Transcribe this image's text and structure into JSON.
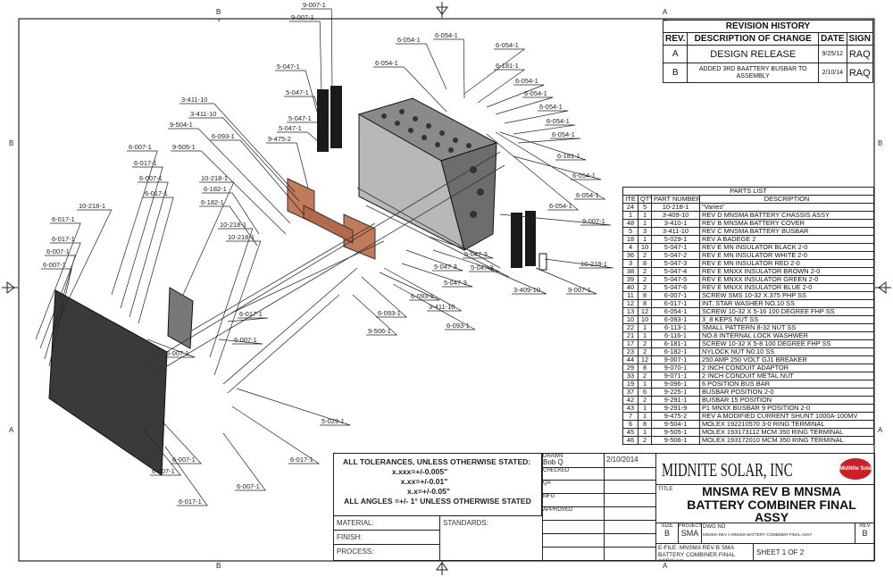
{
  "border_zones": {
    "top": [
      "B",
      "A"
    ],
    "bottom": [
      "B",
      "A"
    ],
    "left": [
      "B",
      "A"
    ],
    "right": [
      "B",
      "A"
    ]
  },
  "revision_history": {
    "title": "REVISION HISTORY",
    "headers": [
      "REV.",
      "DESCRIPTION OF CHANGE",
      "DATE",
      "SIGN"
    ],
    "rows": [
      {
        "rev": "A",
        "description": "DESIGN RELEASE",
        "date": "9/25/12",
        "sign": "RAQ"
      },
      {
        "rev": "B",
        "description": "ADDED 3RD BAATTERY BUSBAR TO ASSEMBLY",
        "date": "2/10/14",
        "sign": "RAQ"
      }
    ]
  },
  "parts_list": {
    "title": "PARTS LIST",
    "headers": [
      "ITE",
      "QTY",
      "PART NUMBER",
      "DESCRIPTION"
    ],
    "rows": [
      [
        "24",
        "5",
        "10-218-1",
        "\"Varies\""
      ],
      [
        "1",
        "1",
        "3-409-10",
        "REV D MNSMA BATTERY CHASSIS ASSY"
      ],
      [
        "48",
        "1",
        "3-410-1",
        "REV B MNSMA BATTERY COVER"
      ],
      [
        "5",
        "3",
        "3-411-10",
        "REV C MNSMA BATTERY BUSBAR"
      ],
      [
        "18",
        "1",
        "5-029-1",
        "REV A BADEGE 2"
      ],
      [
        "4",
        "10",
        "5-047-1",
        "REV E MN INSULATOR BLACK 2-0"
      ],
      [
        "36",
        "2",
        "5-047-2",
        "REV E MN INSULATOR WHITE 2-0"
      ],
      [
        "3",
        "8",
        "5-047-3",
        "REV E MN INSULATOR RED 2-0"
      ],
      [
        "38",
        "2",
        "5-047-4",
        "REV E MNXX INSULATOR BROWN 2-0"
      ],
      [
        "39",
        "2",
        "5-047-5",
        "REV E MNXX INSULATOR GREEN 2-0"
      ],
      [
        "40",
        "2",
        "5-047-6",
        "REV E MNXX INSULATOR BLUE 2-0"
      ],
      [
        "11",
        "8",
        "6-007-1",
        "SCREW SMS 10-32 X.375 PHP SS"
      ],
      [
        "12",
        "8",
        "6-017-1",
        "INT. STAR WASHER NO.10 SS"
      ],
      [
        "13",
        "12",
        "6-054-1",
        "SCREW 10-32 X 5-16 100 DEGREE FHP SS"
      ],
      [
        "10",
        "10",
        "6-093-1",
        "3_8 KEPS NUT SS"
      ],
      [
        "22",
        "1",
        "6-113-1",
        "SMALL PATTERN 8-32 NUT SS"
      ],
      [
        "21",
        "1",
        "6-116-1",
        "NO.8 INTERNAL LOCK WASHWER"
      ],
      [
        "17",
        "2",
        "6-181-1",
        "SCREW 10-32 X 5-8 100 DEGREE FHP SS"
      ],
      [
        "23",
        "2",
        "6-182-1",
        "NYLOCK NUT N0.10 SS"
      ],
      [
        "44",
        "12",
        "9-007-1",
        "250 AMP 250 VOLT GJ1 BREAKER"
      ],
      [
        "29",
        "8",
        "9-070-1",
        "2 INCH CONDUIT ADAPTOR"
      ],
      [
        "33",
        "2",
        "9-071-1",
        "2 INCH CONDUIT METAL NUT"
      ],
      [
        "19",
        "1",
        "9-096-1",
        "6 POSITION BUS BAR"
      ],
      [
        "37",
        "6",
        "9-225-1",
        "BUSBAR POSITION 2-0"
      ],
      [
        "42",
        "2",
        "9-291-1",
        "BUSBAR 15 POSITION"
      ],
      [
        "43",
        "1",
        "9-291-9",
        "P1 MNXX BUSBAR 9 POSITION 2-0"
      ],
      [
        "7",
        "1",
        "9-475-2",
        "REV A MODIFIED CURRENT SHUNT 1000A-100MV"
      ],
      [
        "6",
        "8",
        "9-504-1",
        "MOLEX 192210570 3-0 RING TERMINAL"
      ],
      [
        "45",
        "1",
        "9-505-1",
        "MOLEX 193173112 MCM 350 RING TERMINAL"
      ],
      [
        "46",
        "2",
        "9-506-1",
        "MOLEX 193172010 MCM 350 RING TERMINAL"
      ]
    ]
  },
  "callouts": [
    "9-007-1",
    "9-007-1",
    "5-047-1",
    "5-047-1",
    "5-047-1",
    "5-047-1",
    "9-475-2",
    "3-411-10",
    "3-411-10",
    "9-504-1",
    "6-093-1",
    "9-505-1",
    "6-007-1",
    "6-017-1",
    "6-007-1",
    "6-017-1",
    "10-218-1",
    "6-182-1",
    "6-182-1",
    "10-218-1",
    "10-218-1",
    "10-218-1",
    "6-017-1",
    "6-017-1",
    "6-007-1",
    "6-007-1",
    "6-054-1",
    "6-054-1",
    "6-054-1",
    "6-054-1",
    "6-181-1",
    "6-054-1",
    "6-054-1",
    "6-054-1",
    "6-054-1",
    "6-054-1",
    "6-181-1",
    "6-054-1",
    "6-054-1",
    "6-054-1",
    "9-007-1",
    "10-218-1",
    "9-007-1",
    "3-409-10",
    "5-047-3",
    "5-047-3",
    "5-047-3",
    "5-047-3",
    "3-411-10",
    "6-093-1",
    "6-093-1",
    "6-093-1",
    "9-506-1",
    "6-017-1",
    "6-007-1",
    "6-007-1",
    "5-029-1",
    "6-017-1",
    "6-007-1",
    "6-007-1",
    "6-007-1",
    "6-017-1"
  ],
  "title_block": {
    "tolerances": [
      "ALL TOLERANCES, UNLESS OTHERWISE STATED:",
      "x.xxx=+/-0.005\"",
      "x.xx=+/-0.01\"",
      "x.x=+/-0.05\"",
      "ALL ANGLES =+/- 1° UNLESS OTHERWISE STATED"
    ],
    "material_label": "MATERIAL:",
    "finish_label": "FINISH:",
    "process_label": "PROCESS:",
    "standards_label": "STANDARDS:",
    "drawn_label": "DRAWN",
    "drawn_by": "Bob Q",
    "drawn_date": "2/10/2014",
    "checked_label": "CHECKED",
    "qa_label": "QA",
    "mfg_label": "MFG",
    "approved_label": "APPROVED",
    "company_logo": "MIDNITE SOLAR, INC",
    "logo_badge": "MidNite Solar",
    "title_label": "TITLE",
    "title": "MNSMA REV B MNSMA BATTERY COMBINER FINAL ASSY",
    "size_label": "SIZE",
    "size": "B",
    "project_label": "PROJECT:",
    "project": "SMA",
    "dwg_no_label": "DWG NO",
    "dwg_no": "MNSMA REV A MNSMA BATTERY COMBINER FINAL ASSY",
    "rev_label": "REV",
    "rev": "B",
    "efile_label": "E-FILE:",
    "efile": "MNSMA REV B SMA BATTERY COMBINER FINAL ASSY.iam",
    "sheet": "SHEET 1  OF 2"
  }
}
